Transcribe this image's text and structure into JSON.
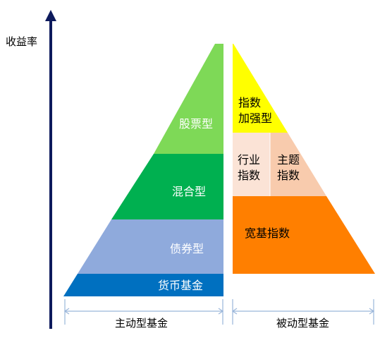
{
  "y_axis_label": "收益率",
  "active_funds": {
    "group_label": "主动型基金",
    "tiers": [
      {
        "label": "股票型",
        "color": "#7ed957"
      },
      {
        "label": "混合型",
        "color": "#00b050"
      },
      {
        "label": "债券型",
        "color": "#8faadc"
      },
      {
        "label": "货币基金",
        "color": "#0070c0"
      }
    ]
  },
  "passive_funds": {
    "group_label": "被动型基金",
    "tiers": [
      {
        "label_line1": "指数",
        "label_line2": "加强型",
        "color": "#ffff00"
      },
      {
        "label_line1": "行业",
        "label_line2": "指数",
        "color": "#fbe3d6"
      },
      {
        "label_line1": "主题",
        "label_line2": "指数",
        "color": "#f8cbad"
      },
      {
        "label": "宽基指数",
        "color": "#ff7f00"
      }
    ]
  },
  "colors": {
    "axis": "#0d1a5c",
    "bracket": "#9ab6da"
  }
}
